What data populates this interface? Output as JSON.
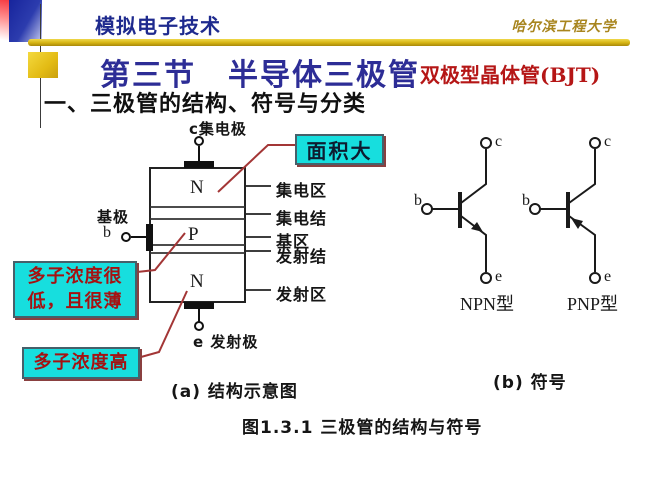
{
  "header": {
    "course_title": "模拟电子技术",
    "school_name": "哈尔滨工程大学"
  },
  "title": {
    "section": "第三节　半导体三极管",
    "bjt": "双极型晶体管(BJT)",
    "heading": "一、三极管的结构、符号与分类"
  },
  "structure": {
    "collector_terminal": "c集电极",
    "emitter_terminal": "e 发射极",
    "base_terminal": "基极",
    "base_pin": "b",
    "regions": [
      "N",
      "P",
      "N"
    ],
    "right_labels": [
      "集电区",
      "集电结",
      "基区",
      "发射结",
      "发射区"
    ],
    "callout_area": "面积大",
    "base_note_line1": "多子浓度很",
    "base_note_line2": "低，且很薄",
    "emitter_note": "多子浓度高"
  },
  "symbols": {
    "npn": {
      "b": "b",
      "c": "c",
      "e": "e",
      "label": "NPN型"
    },
    "pnp": {
      "b": "b",
      "c": "c",
      "e": "e",
      "label": "PNP型"
    }
  },
  "captions": {
    "a": "(a) 结构示意图",
    "b": "(b) 符号",
    "figure": "图1.3.1 三极管的结构与符号"
  },
  "colors": {
    "header_blue": "#1e2a8e",
    "school_gold": "#a8851e",
    "title_blue": "#2d2d96",
    "bjt_red": "#b51616",
    "cyan_highlight": "#17dede",
    "note_red": "#a51212",
    "callout_line_red": "#a33636",
    "yellow_bar": "#d4b312"
  }
}
